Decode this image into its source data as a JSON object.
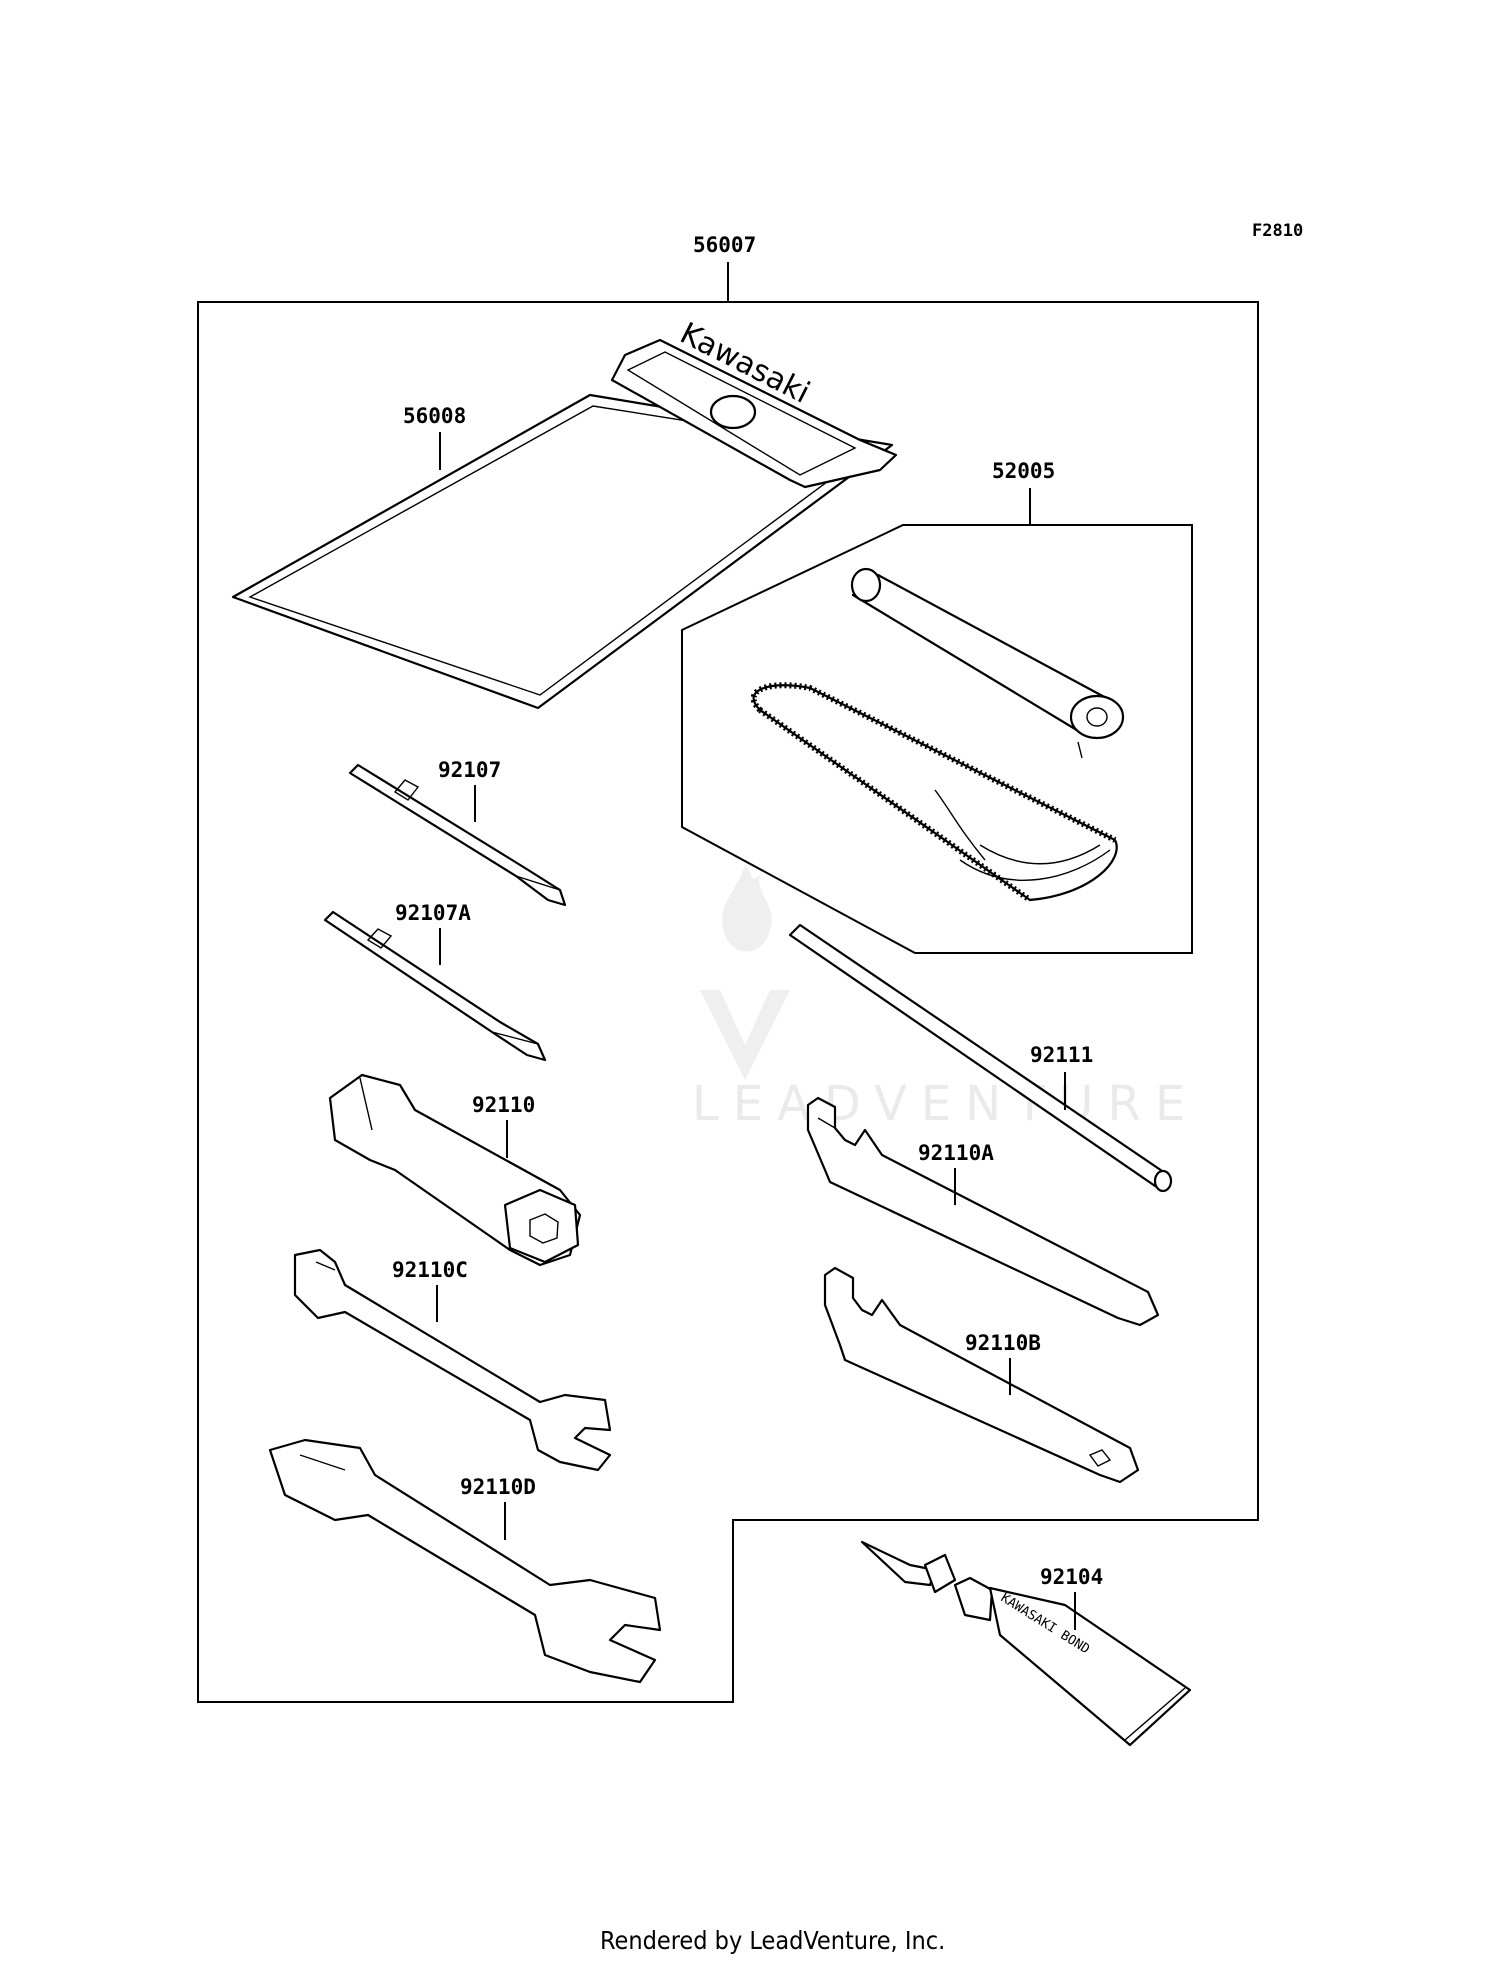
{
  "figure_code": "F2810",
  "footer": "Rendered by LeadVenture, Inc.",
  "watermark": {
    "brand": "LEADVENTURE"
  },
  "logo_text": {
    "pouch": "Kawasaki",
    "bond_tube": "KAWASAKI BOND"
  },
  "callouts": [
    {
      "part_number": "56007"
    },
    {
      "part_number": "56008"
    },
    {
      "part_number": "52005"
    },
    {
      "part_number": "92107"
    },
    {
      "part_number": "92107A"
    },
    {
      "part_number": "92110"
    },
    {
      "part_number": "92111"
    },
    {
      "part_number": "92110A"
    },
    {
      "part_number": "92110C"
    },
    {
      "part_number": "92110B"
    },
    {
      "part_number": "92110D"
    },
    {
      "part_number": "92104"
    }
  ]
}
